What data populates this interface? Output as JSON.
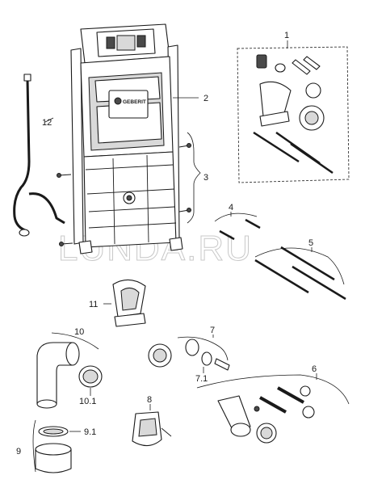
{
  "brand": {
    "logo_text": "GEBERIT"
  },
  "watermark": {
    "text": "LUNDA.RU"
  },
  "callouts": {
    "c1": "1",
    "c2": "2",
    "c3": "3",
    "c4": "4",
    "c5": "5",
    "c6": "6",
    "c7": "7",
    "c7_1": "7.1",
    "c8": "8",
    "c9": "9",
    "c9_1": "9.1",
    "c10": "10",
    "c10_1": "10.1",
    "c11": "11",
    "c12": "12"
  }
}
